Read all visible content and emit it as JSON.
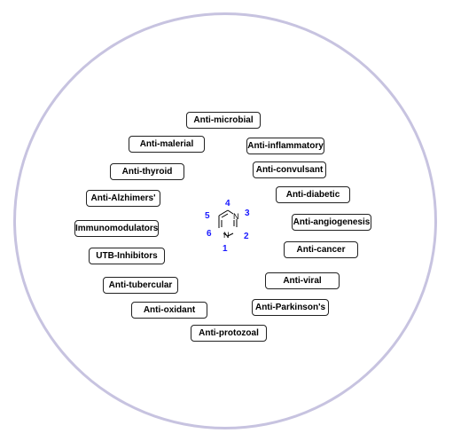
{
  "activities": [
    "Anti-microbial",
    "Anti-inflammatory",
    "Anti-convulsant",
    "Anti-diabetic",
    "Anti-angiogenesis",
    "Anti-cancer",
    "Anti-viral",
    "Anti-Parkinson's",
    "Anti-protozoal",
    "Anti-oxidant",
    "Anti-tubercular",
    "UTB-Inhibitors",
    "Immunomodulators",
    "Anti-Alzhimers'",
    "Anti-thyroid",
    "Anti-malerial"
  ],
  "core": {
    "atoms": [
      "N",
      "N"
    ],
    "ring_numbers": [
      "1",
      "2",
      "3",
      "4",
      "5",
      "6"
    ]
  }
}
